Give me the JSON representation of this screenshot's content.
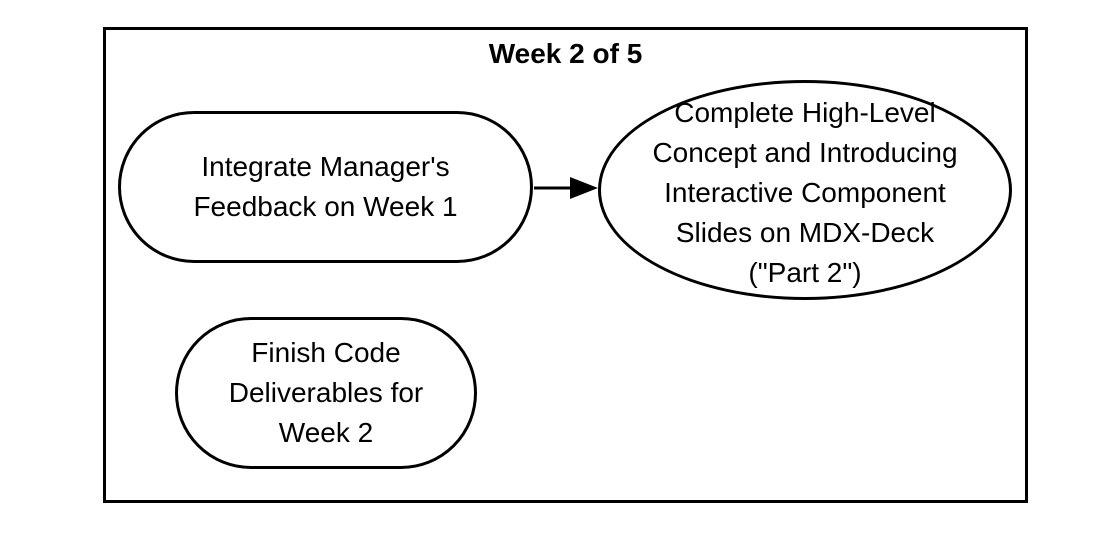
{
  "diagram": {
    "title": "Week 2 of 5",
    "nodes": [
      {
        "id": "integrate",
        "text": "Integrate Manager's\nFeedback on Week 1"
      },
      {
        "id": "complete",
        "text": "Complete High-Level\nConcept and Introducing\nInteractive Component\nSlides on MDX-Deck\n(\"Part 2\")"
      },
      {
        "id": "finish",
        "text": "Finish Code\nDeliverables for\nWeek 2"
      }
    ],
    "edges": [
      {
        "from": "integrate",
        "to": "complete"
      }
    ],
    "colors": {
      "stroke": "#000000",
      "background": "#ffffff"
    }
  }
}
